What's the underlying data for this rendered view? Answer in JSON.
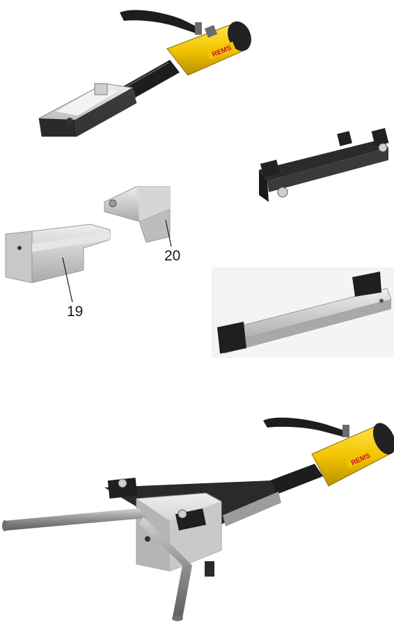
{
  "colors": {
    "tool_yellow": "#f2c400",
    "tool_black": "#1d1d1d",
    "metal_light": "#d7d7d7",
    "metal_mid": "#b9b9b9",
    "metal_dark": "#8e8e8e",
    "logo_red": "#c8102e",
    "pipe_gray": "#9a9a9a"
  },
  "brand": {
    "logo_top": "REMS",
    "logo_bottom": "REMS"
  },
  "callouts": {
    "part_19": "19",
    "part_20": "20"
  },
  "icons": [
    "hydraulic-pump-icon",
    "crossbar-icon",
    "bending-segment-icon",
    "assembled-bender-icon"
  ]
}
